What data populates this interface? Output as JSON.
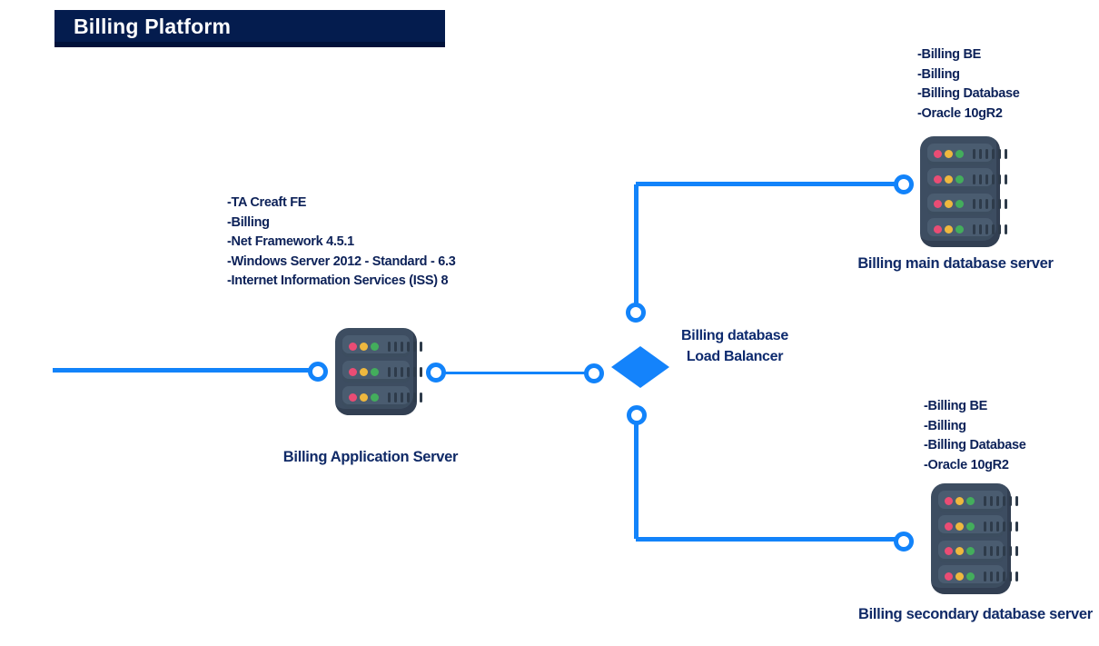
{
  "header": {
    "title": "Billing Platform",
    "bg_color": "#041c4e",
    "text_color": "#ffffff"
  },
  "colors": {
    "connector_blue": "#1283fa",
    "diamond_blue": "#1483fb",
    "annotation_navy": "#0c2158",
    "label_navy": "#102a67",
    "server_body": "#3d4d61",
    "server_row": "#4a5c70",
    "dot_pink": "#ea4c74",
    "dot_yellow": "#efb83e",
    "dot_green": "#43ad5c",
    "vent_dark": "#2e3b4a"
  },
  "icons": {
    "app_server": "server-rack-icon",
    "main_db_server": "server-rack-icon",
    "secondary_db_server": "server-rack-icon",
    "load_balancer": "diamond-icon",
    "connection_point": "circle-node-icon"
  },
  "app_server": {
    "label": "Billing Application Server",
    "annotations": [
      "-TA Creaft FE",
      "-Billing",
      "-Net Framework 4.5.1",
      "-Windows Server 2012 - Standard - 6.3",
      "-Internet Information Services (ISS) 8"
    ]
  },
  "load_balancer": {
    "label_line1": "Billing database",
    "label_line2": "Load Balancer"
  },
  "main_db_server": {
    "label": "Billing main database server",
    "annotations": [
      "-Billing BE",
      "-Billing",
      "-Billing Database",
      "-Oracle 10gR2"
    ]
  },
  "secondary_db_server": {
    "label": "Billing secondary database server",
    "annotations": [
      "-Billing BE",
      "-Billing",
      "-Billing Database",
      "-Oracle 10gR2"
    ]
  }
}
